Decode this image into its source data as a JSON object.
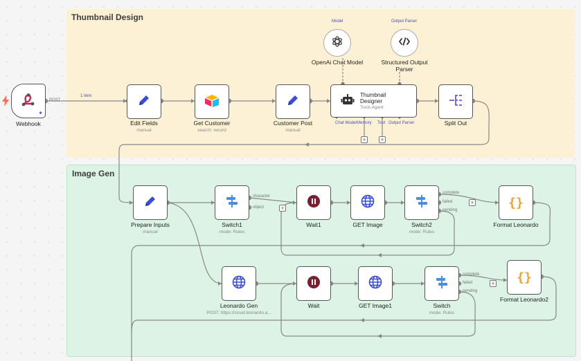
{
  "stickies": {
    "thumbnail": {
      "title": "Thumbnail Design"
    },
    "imagegen": {
      "title": "Image Gen"
    }
  },
  "colors": {
    "sticky_yellow": "#fdf1d5",
    "sticky_green": "#dcf3e6",
    "pencil": "#3b4ed8",
    "pause": "#7a1f2e",
    "globe": "#3b4ed8",
    "switch": "#4a8ee0",
    "braces": "#f0a030",
    "split": "#6b5bd2",
    "trigger_bolt": "#ff6d5a",
    "webhook": "#c7245b"
  },
  "nodes": {
    "webhook": {
      "label": "Webhook",
      "icon": "webhook-icon"
    },
    "edit_fields": {
      "label": "Edit Fields",
      "sub": "manual",
      "icon": "pencil-icon"
    },
    "get_customer": {
      "label": "Get Customer",
      "sub": "search: record",
      "icon": "airtable-icon"
    },
    "customer_post": {
      "label": "Customer Post",
      "sub": "manual",
      "icon": "pencil-icon"
    },
    "thumbnail_designer": {
      "title_line1": "Thumbnail",
      "title_line2": "Designer",
      "sub": "Tools Agent",
      "icon": "robot-icon"
    },
    "split_out": {
      "label": "Split Out",
      "icon": "split-icon"
    },
    "openai_model": {
      "label": "OpenAi Chat Model",
      "icon": "openai-icon"
    },
    "output_parser": {
      "label": "Structured Output Parser",
      "icon": "code-icon"
    },
    "prepare_inputs": {
      "label": "Prepare Inputs",
      "sub": "manual",
      "icon": "pencil-icon"
    },
    "switch1": {
      "label": "Switch1",
      "sub": "mode: Rules",
      "icon": "switch-icon"
    },
    "wait1": {
      "label": "Wait1",
      "icon": "pause-icon"
    },
    "get_image": {
      "label": "GET Image",
      "icon": "globe-icon"
    },
    "switch2": {
      "label": "Switch2",
      "sub": "mode: Rules",
      "icon": "switch-icon"
    },
    "format_leonardo": {
      "label": "Format Leonardo",
      "icon": "braces-icon"
    },
    "leonardo_gen": {
      "label": "Leonardo Gen",
      "sub": "POST: https://cloud.leonardo.a...",
      "icon": "globe-icon"
    },
    "wait": {
      "label": "Wait",
      "icon": "pause-icon"
    },
    "get_image1": {
      "label": "GET Image1",
      "icon": "globe-icon"
    },
    "switch": {
      "label": "Switch",
      "sub": "mode: Rules",
      "icon": "switch-icon"
    },
    "format_leonardo2": {
      "label": "Format Leonardo2",
      "icon": "braces-icon"
    }
  },
  "ports": {
    "model": "Model",
    "output_parser": "Output Parser",
    "chat_model": "Chat Model",
    "memory": "Memory",
    "tool": "Tool",
    "output_parser_bottom": "Output Parser",
    "post": "POST",
    "character": "character",
    "object": "object",
    "complete": "complete",
    "failed": "failed",
    "pending": "pending"
  },
  "edges": {
    "items_count": "1 item"
  }
}
